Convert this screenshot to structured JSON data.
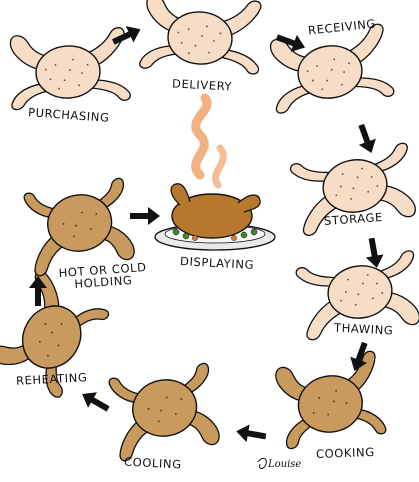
{
  "diagram": {
    "steps": {
      "purchasing": "PURCHASING",
      "delivery": "DELIVERY",
      "receiving": "RECEIVING",
      "storage": "STORAGE",
      "thawing": "THAWING",
      "cooking": "COOKING",
      "cooling": "COOLING",
      "reheating": "REHEATING",
      "hot_cold_holding_line1": "HOT OR COLD",
      "hot_cold_holding_line2": "HOLDING",
      "displaying": "DISPLAYING"
    },
    "signature": "Louise",
    "colors": {
      "raw": "#f7dcc6",
      "cooked": "#c89a5e",
      "roasted": "#b5782d",
      "steam": "#f0a36a",
      "ink": "#111111"
    }
  }
}
